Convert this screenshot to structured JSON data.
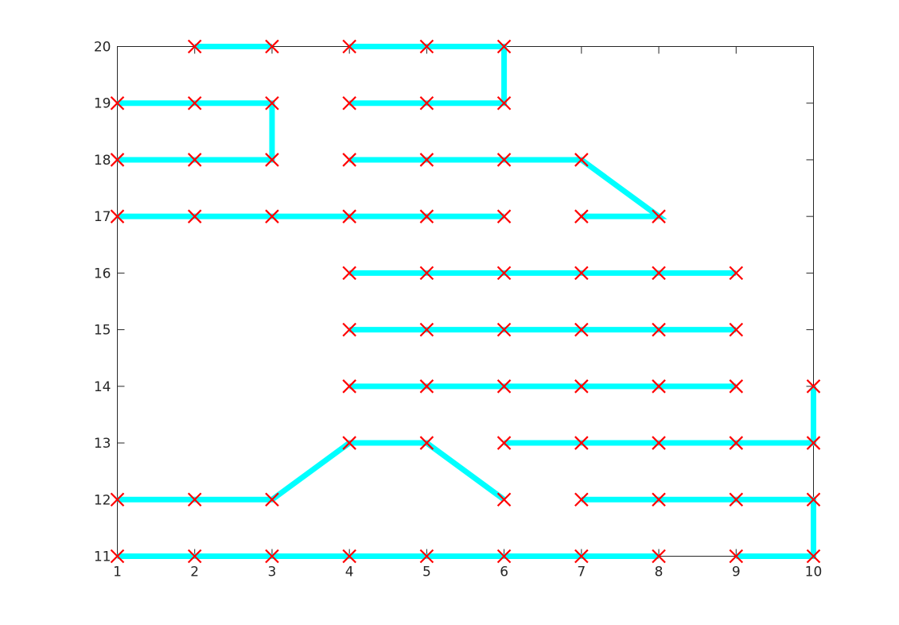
{
  "chart_data": {
    "type": "line",
    "title": "",
    "xlabel": "",
    "ylabel": "",
    "xlim": [
      1,
      10
    ],
    "ylim": [
      11,
      20
    ],
    "xticks": [
      1,
      2,
      3,
      4,
      5,
      6,
      7,
      8,
      9,
      10
    ],
    "yticks": [
      11,
      12,
      13,
      14,
      15,
      16,
      17,
      18,
      19,
      20
    ],
    "grid": false,
    "legend": "none",
    "line_color": "#00FFFF",
    "marker_color": "#FF0000",
    "marker": "x",
    "paths": [
      [
        [
          2,
          20
        ],
        [
          3,
          20
        ]
      ],
      [
        [
          4,
          20
        ],
        [
          5,
          20
        ],
        [
          6,
          20
        ],
        [
          6,
          19
        ],
        [
          5,
          19
        ],
        [
          4,
          19
        ]
      ],
      [
        [
          1,
          19
        ],
        [
          2,
          19
        ],
        [
          3,
          19
        ],
        [
          3,
          18
        ],
        [
          2,
          18
        ],
        [
          1,
          18
        ]
      ],
      [
        [
          4,
          18
        ],
        [
          5,
          18
        ],
        [
          6,
          18
        ],
        [
          7,
          18
        ],
        [
          8,
          17
        ],
        [
          7,
          17
        ]
      ],
      [
        [
          1,
          17
        ],
        [
          2,
          17
        ],
        [
          3,
          17
        ],
        [
          4,
          17
        ],
        [
          5,
          17
        ],
        [
          6,
          17
        ]
      ],
      [
        [
          4,
          16
        ],
        [
          5,
          16
        ],
        [
          6,
          16
        ],
        [
          7,
          16
        ],
        [
          8,
          16
        ],
        [
          9,
          16
        ]
      ],
      [
        [
          4,
          15
        ],
        [
          5,
          15
        ],
        [
          6,
          15
        ],
        [
          7,
          15
        ],
        [
          8,
          15
        ],
        [
          9,
          15
        ]
      ],
      [
        [
          4,
          14
        ],
        [
          5,
          14
        ],
        [
          6,
          14
        ],
        [
          7,
          14
        ],
        [
          8,
          14
        ],
        [
          9,
          14
        ]
      ],
      [
        [
          1,
          12
        ],
        [
          2,
          12
        ],
        [
          3,
          12
        ],
        [
          4,
          13
        ],
        [
          5,
          13
        ],
        [
          6,
          12
        ]
      ],
      [
        [
          6,
          13
        ],
        [
          7,
          13
        ],
        [
          8,
          13
        ],
        [
          9,
          13
        ],
        [
          10,
          13
        ],
        [
          10,
          14
        ]
      ],
      [
        [
          7,
          12
        ],
        [
          8,
          12
        ],
        [
          9,
          12
        ],
        [
          10,
          12
        ],
        [
          10,
          11
        ],
        [
          9,
          11
        ]
      ],
      [
        [
          1,
          11
        ],
        [
          2,
          11
        ],
        [
          3,
          11
        ],
        [
          4,
          11
        ],
        [
          5,
          11
        ],
        [
          6,
          11
        ],
        [
          7,
          11
        ],
        [
          8,
          11
        ]
      ]
    ]
  }
}
